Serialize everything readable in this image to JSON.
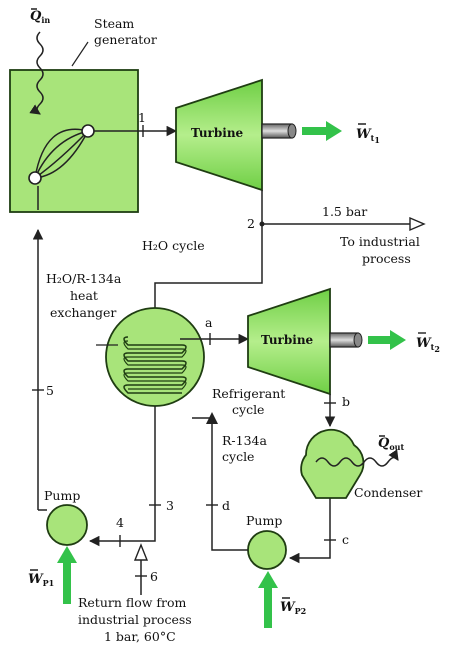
{
  "labels": {
    "q_in": "Q",
    "q_in_sub": "in",
    "steam_generator_1": "Steam",
    "steam_generator_2": "generator",
    "turbine_top": "Turbine",
    "w_t1": "W",
    "w_t1_sub": "t",
    "w_t1_subsub": "1",
    "state_1": "1",
    "state_2": "2",
    "pressure_1_5": "1.5 bar",
    "to_industrial_1": "To industrial",
    "to_industrial_2": "process",
    "h2o_cycle": "H₂O cycle",
    "heat_exchanger_1": "H₂O/R-134a",
    "heat_exchanger_2": "heat",
    "heat_exchanger_3": "exchanger",
    "state_a": "a",
    "turbine_bottom": "Turbine",
    "w_t2": "W",
    "w_t2_sub": "t",
    "w_t2_subsub": "2",
    "state_5": "5",
    "refrigerant_1": "Refrigerant",
    "refrigerant_2": "cycle",
    "state_b": "b",
    "q_out": "Q",
    "q_out_sub": "out",
    "r134a_1": "R-134a",
    "r134a_2": "cycle",
    "condenser": "Condenser",
    "pump_left": "Pump",
    "state_3": "3",
    "state_d": "d",
    "pump_right": "Pump",
    "state_4": "4",
    "state_c": "c",
    "state_6": "6",
    "w_p1": "W",
    "w_p1_sub": "P1",
    "return_1": "Return flow from",
    "return_2": "industrial process",
    "return_3": "1 bar, 60°C",
    "w_p2": "W",
    "w_p2_sub": "P2"
  },
  "colors": {
    "component_fill": "#a8e47a",
    "arrow_green": "#33c24a",
    "outline": "#1f3d12"
  }
}
